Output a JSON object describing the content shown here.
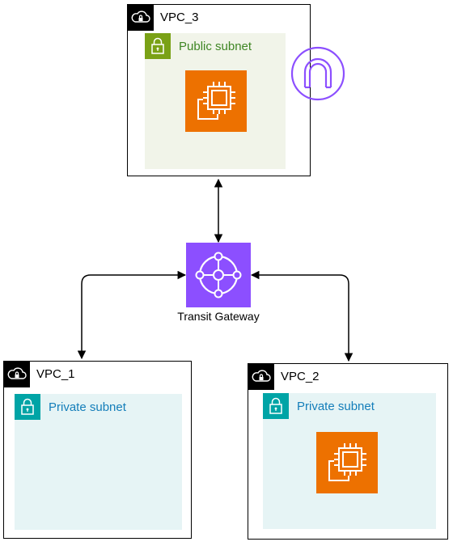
{
  "diagram": {
    "vpc3": {
      "label": "VPC_3",
      "subnet_label": "Public subnet",
      "subnet_type": "public",
      "has_instance": true
    },
    "vpc1": {
      "label": "VPC_1",
      "subnet_label": "Private subnet",
      "subnet_type": "private",
      "has_instance": false
    },
    "vpc2": {
      "label": "VPC_2",
      "subnet_label": "Private subnet",
      "subnet_type": "private",
      "has_instance": true
    },
    "transit_gateway": {
      "label": "Transit Gateway"
    },
    "connections": [
      {
        "from": "vpc3",
        "to": "transit_gateway",
        "style": "bidirectional-arrow"
      },
      {
        "from": "transit_gateway",
        "to": "vpc1",
        "style": "bidirectional-arrow"
      },
      {
        "from": "transit_gateway",
        "to": "vpc2",
        "style": "bidirectional-arrow"
      }
    ],
    "icons": {
      "vpc": "cloud-lock-icon",
      "public_subnet": "lock-icon",
      "private_subnet": "lock-icon",
      "instance": "ec2-instance-icon",
      "gateway": "transit-gateway-icon",
      "internet_gateway": "internet-gateway-icon"
    },
    "colors": {
      "public_subnet_bg": "#f1f4e9",
      "public_subnet_accent": "#7aa116",
      "public_subnet_text": "#3f8624",
      "private_subnet_bg": "#e6f4f5",
      "private_subnet_accent": "#00a4a6",
      "private_subnet_text": "#147eba",
      "ec2": "#ed7100",
      "transit_gateway": "#8c4fff",
      "internet_gateway": "#8c4fff"
    }
  }
}
